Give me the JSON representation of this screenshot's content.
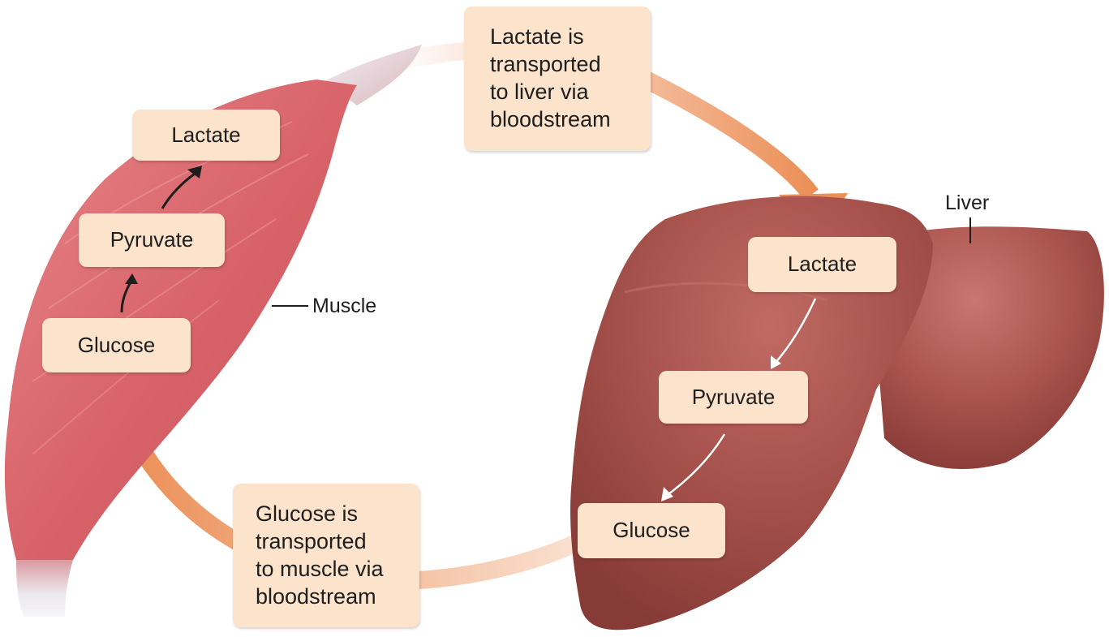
{
  "colors": {
    "box_fill": "#fbe3cc",
    "transport_arrow": "#ec8f57",
    "muscle": "#d9666b",
    "liver": "#a6504a",
    "tendon": "#e9e6ea"
  },
  "muscle": {
    "label": "Muscle",
    "steps": [
      "Lactate",
      "Pyruvate",
      "Glucose"
    ]
  },
  "liver": {
    "label": "Liver",
    "steps": [
      "Lactate",
      "Pyruvate",
      "Glucose"
    ]
  },
  "transport_top": {
    "lines": [
      "Lactate is",
      "transported",
      "to liver via",
      "bloodstream"
    ]
  },
  "transport_bottom": {
    "lines": [
      "Glucose is",
      "transported",
      "to muscle via",
      "bloodstream"
    ]
  }
}
